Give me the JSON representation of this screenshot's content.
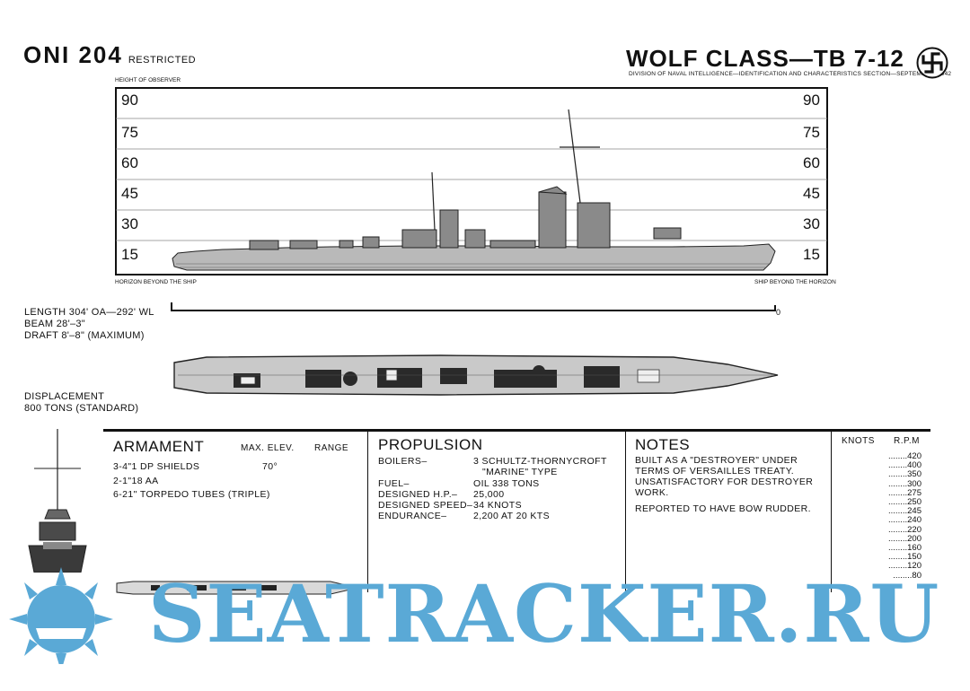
{
  "header": {
    "doc_id": "ONI 204",
    "restricted": "RESTRICTED",
    "title": "WOLF CLASS—TB 7-12",
    "division": "DIVISION OF NAVAL INTELLIGENCE—IDENTIFICATION AND CHARACTERISTICS SECTION—SEPTEMBER, 1942",
    "emblem": "swastika-icon"
  },
  "elevation_chart": {
    "height_label": "HEIGHT OF OBSERVER",
    "levels": [
      "90",
      "75",
      "60",
      "45",
      "30",
      "15"
    ],
    "horizon_left": "HORIZON BEYOND THE SHIP",
    "horizon_right": "SHIP BEYOND THE HORIZON",
    "scale_zero": "0"
  },
  "dimensions": {
    "length": "LENGTH  304' OA—292' WL",
    "beam": "BEAM     28'–3\"",
    "draft": "DRAFT    8'–8\" (MAXIMUM)",
    "displacement_label": "DISPLACEMENT",
    "displacement_value": "800 TONS (STANDARD)"
  },
  "armament": {
    "title": "ARMAMENT",
    "col_elev": "MAX. ELEV.",
    "col_range": "RANGE",
    "items": [
      {
        "text": "3-4\"1 DP SHIELDS",
        "elev": "70°"
      },
      {
        "text": "2-1\"18 AA",
        "elev": ""
      },
      {
        "text": "6-21\" TORPEDO TUBES (TRIPLE)",
        "elev": ""
      }
    ]
  },
  "propulsion": {
    "title": "PROPULSION",
    "rows": [
      {
        "label": "BOILERS–",
        "value": "3 SCHULTZ-THORNYCROFT"
      },
      {
        "label": "",
        "value": "\"MARINE\" TYPE"
      },
      {
        "label": "FUEL–",
        "value": "OIL 338 TONS"
      },
      {
        "label": "DESIGNED H.P.–",
        "value": "25,000"
      },
      {
        "label": "DESIGNED SPEED–",
        "value": "34 KNOTS"
      },
      {
        "label": "ENDURANCE–",
        "value": "2,200 AT 20 KTS"
      }
    ]
  },
  "notes": {
    "title": "NOTES",
    "lines": [
      "BUILT AS A \"DESTROYER\" UNDER",
      "TERMS OF VERSAILLES TREATY.",
      "UNSATISFACTORY FOR DESTROYER",
      "WORK."
    ],
    "extra": "REPORTED TO HAVE BOW RUDDER."
  },
  "speed_table": {
    "col_knots": "KNOTS",
    "col_rpm": "R.P.M",
    "rpm": [
      "420",
      "400",
      "350",
      "300",
      "275",
      "250",
      "245",
      "240",
      "220",
      "200",
      "160",
      "150",
      "120",
      "80"
    ]
  },
  "watermark": {
    "text": "SEATRACKER.RU",
    "color": "#5aa9d6"
  }
}
